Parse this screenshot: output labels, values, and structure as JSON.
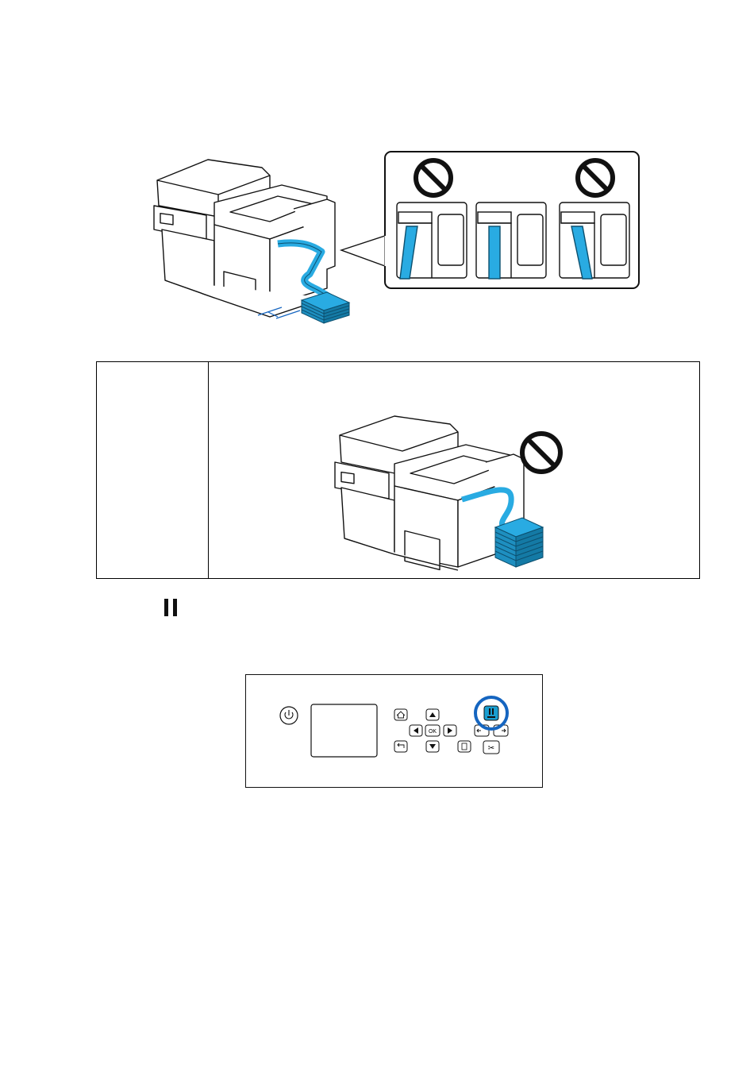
{
  "figure1": {
    "illustration": "printer-with-fanfold-paper-feeding-from-rear",
    "prohibited_symbols": 2,
    "paper_path_examples": [
      "paper-angled-left",
      "paper-straight",
      "paper-angled-right"
    ]
  },
  "note": {
    "illustration": "printer-with-paper-stack-too-close",
    "prohibited_symbols": 1
  },
  "step_icon": "pause-icon",
  "control_panel": {
    "ok_label": "OK",
    "highlighted_button": "pause-button",
    "colors": {
      "highlight": "#1565c0",
      "button_fill": "#1a9ed0",
      "paper": "#29abe2"
    }
  }
}
